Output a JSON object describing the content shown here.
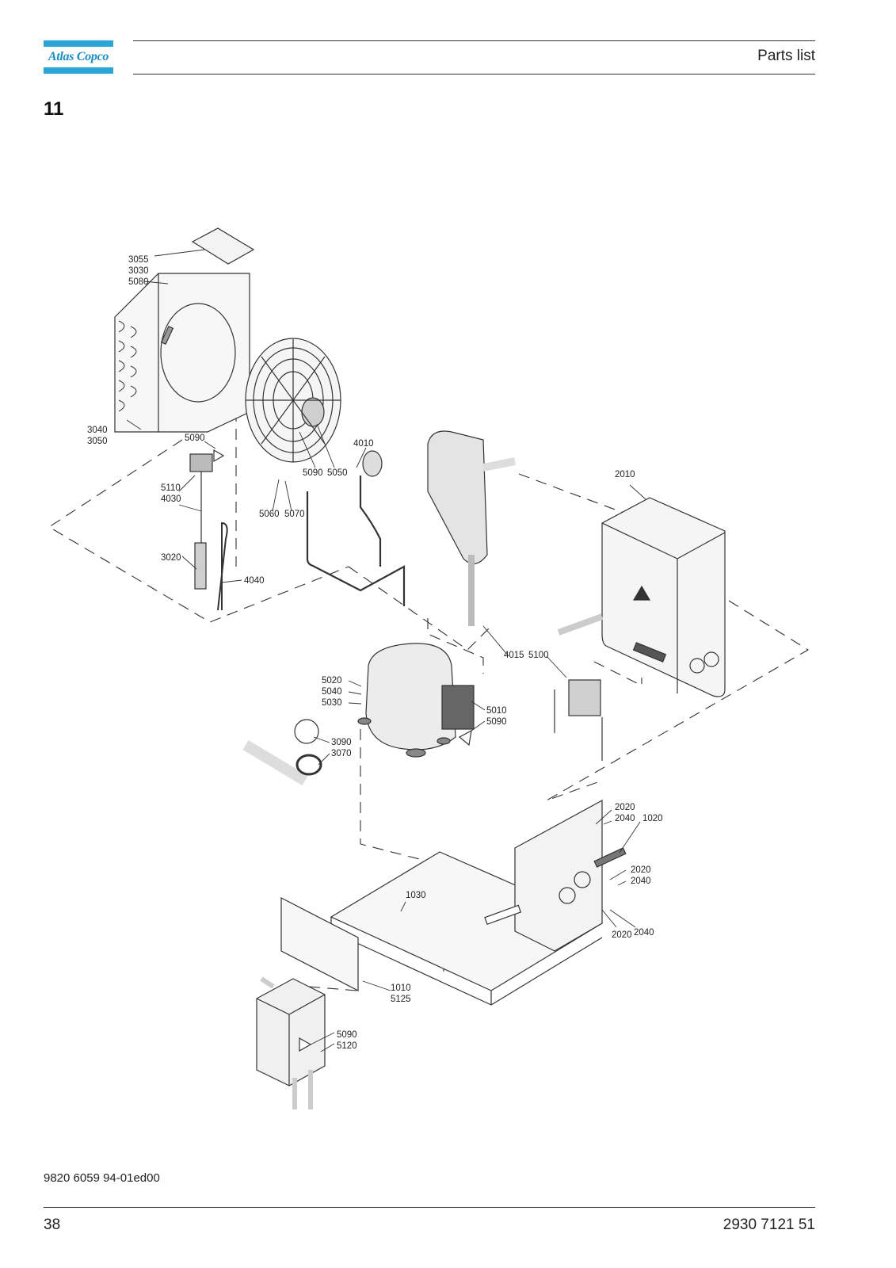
{
  "header": {
    "brand": "Atlas Copco",
    "title": "Parts list"
  },
  "section": {
    "number": "11"
  },
  "diagram": {
    "callouts": [
      "3055",
      "3030",
      "5080",
      "3040",
      "3050",
      "5090",
      "5110",
      "4030",
      "3020",
      "4040",
      "5090",
      "5050",
      "5060",
      "5070",
      "4010",
      "2010",
      "4015",
      "5100",
      "5020",
      "5040",
      "5030",
      "5010",
      "5090",
      "3090",
      "3070",
      "2020",
      "2040",
      "1020",
      "2020",
      "2040",
      "2020",
      "2040",
      "1030",
      "1010",
      "5125",
      "5090",
      "5120"
    ]
  },
  "footer": {
    "doc_code": "9820 6059 94-01ed00",
    "page_number": "38",
    "part_number": "2930 7121 51"
  },
  "colors": {
    "brand_blue": "#2aa6d6",
    "line": "#333333",
    "part_fill": "#e4e4e4"
  }
}
